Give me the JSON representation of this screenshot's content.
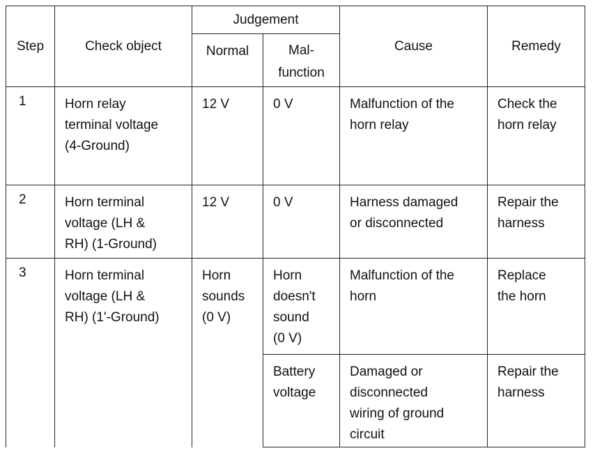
{
  "header": {
    "step": "Step",
    "check_object": "Check object",
    "judgement": "Judgement",
    "normal": "Normal",
    "malfunction_1": "Mal-",
    "malfunction_2": "function",
    "cause": "Cause",
    "remedy": "Remedy"
  },
  "rows": [
    {
      "step": "1",
      "check": [
        "Horn relay",
        "terminal voltage",
        "(4-Ground)"
      ],
      "normal": [
        "12 V"
      ],
      "malfunction": [
        "0 V"
      ],
      "cause": [
        "Malfunction of the",
        "horn relay"
      ],
      "remedy": [
        "Check the",
        "horn relay"
      ]
    },
    {
      "step": "2",
      "check": [
        "Horn terminal",
        "voltage (LH &",
        "RH) (1-Ground)"
      ],
      "normal": [
        "12 V"
      ],
      "malfunction": [
        "0 V"
      ],
      "cause": [
        "Harness damaged",
        "or disconnected"
      ],
      "remedy": [
        "Repair the",
        "harness"
      ]
    },
    {
      "step": "3",
      "check": [
        "Horn terminal",
        "voltage (LH &",
        "RH) (1'-Ground)"
      ],
      "normal": [
        "Horn",
        "sounds",
        "(0 V)"
      ],
      "malfunction": [
        "Horn",
        "doesn't",
        "sound",
        "(0 V)"
      ],
      "cause": [
        "Malfunction of the",
        "horn"
      ],
      "remedy": [
        "Replace",
        "the horn"
      ]
    },
    {
      "malfunction": [
        "Battery",
        "voltage"
      ],
      "cause": [
        "Damaged or",
        "disconnected",
        "wiring of ground",
        "circuit"
      ],
      "remedy": [
        "Repair the",
        "harness"
      ]
    }
  ]
}
